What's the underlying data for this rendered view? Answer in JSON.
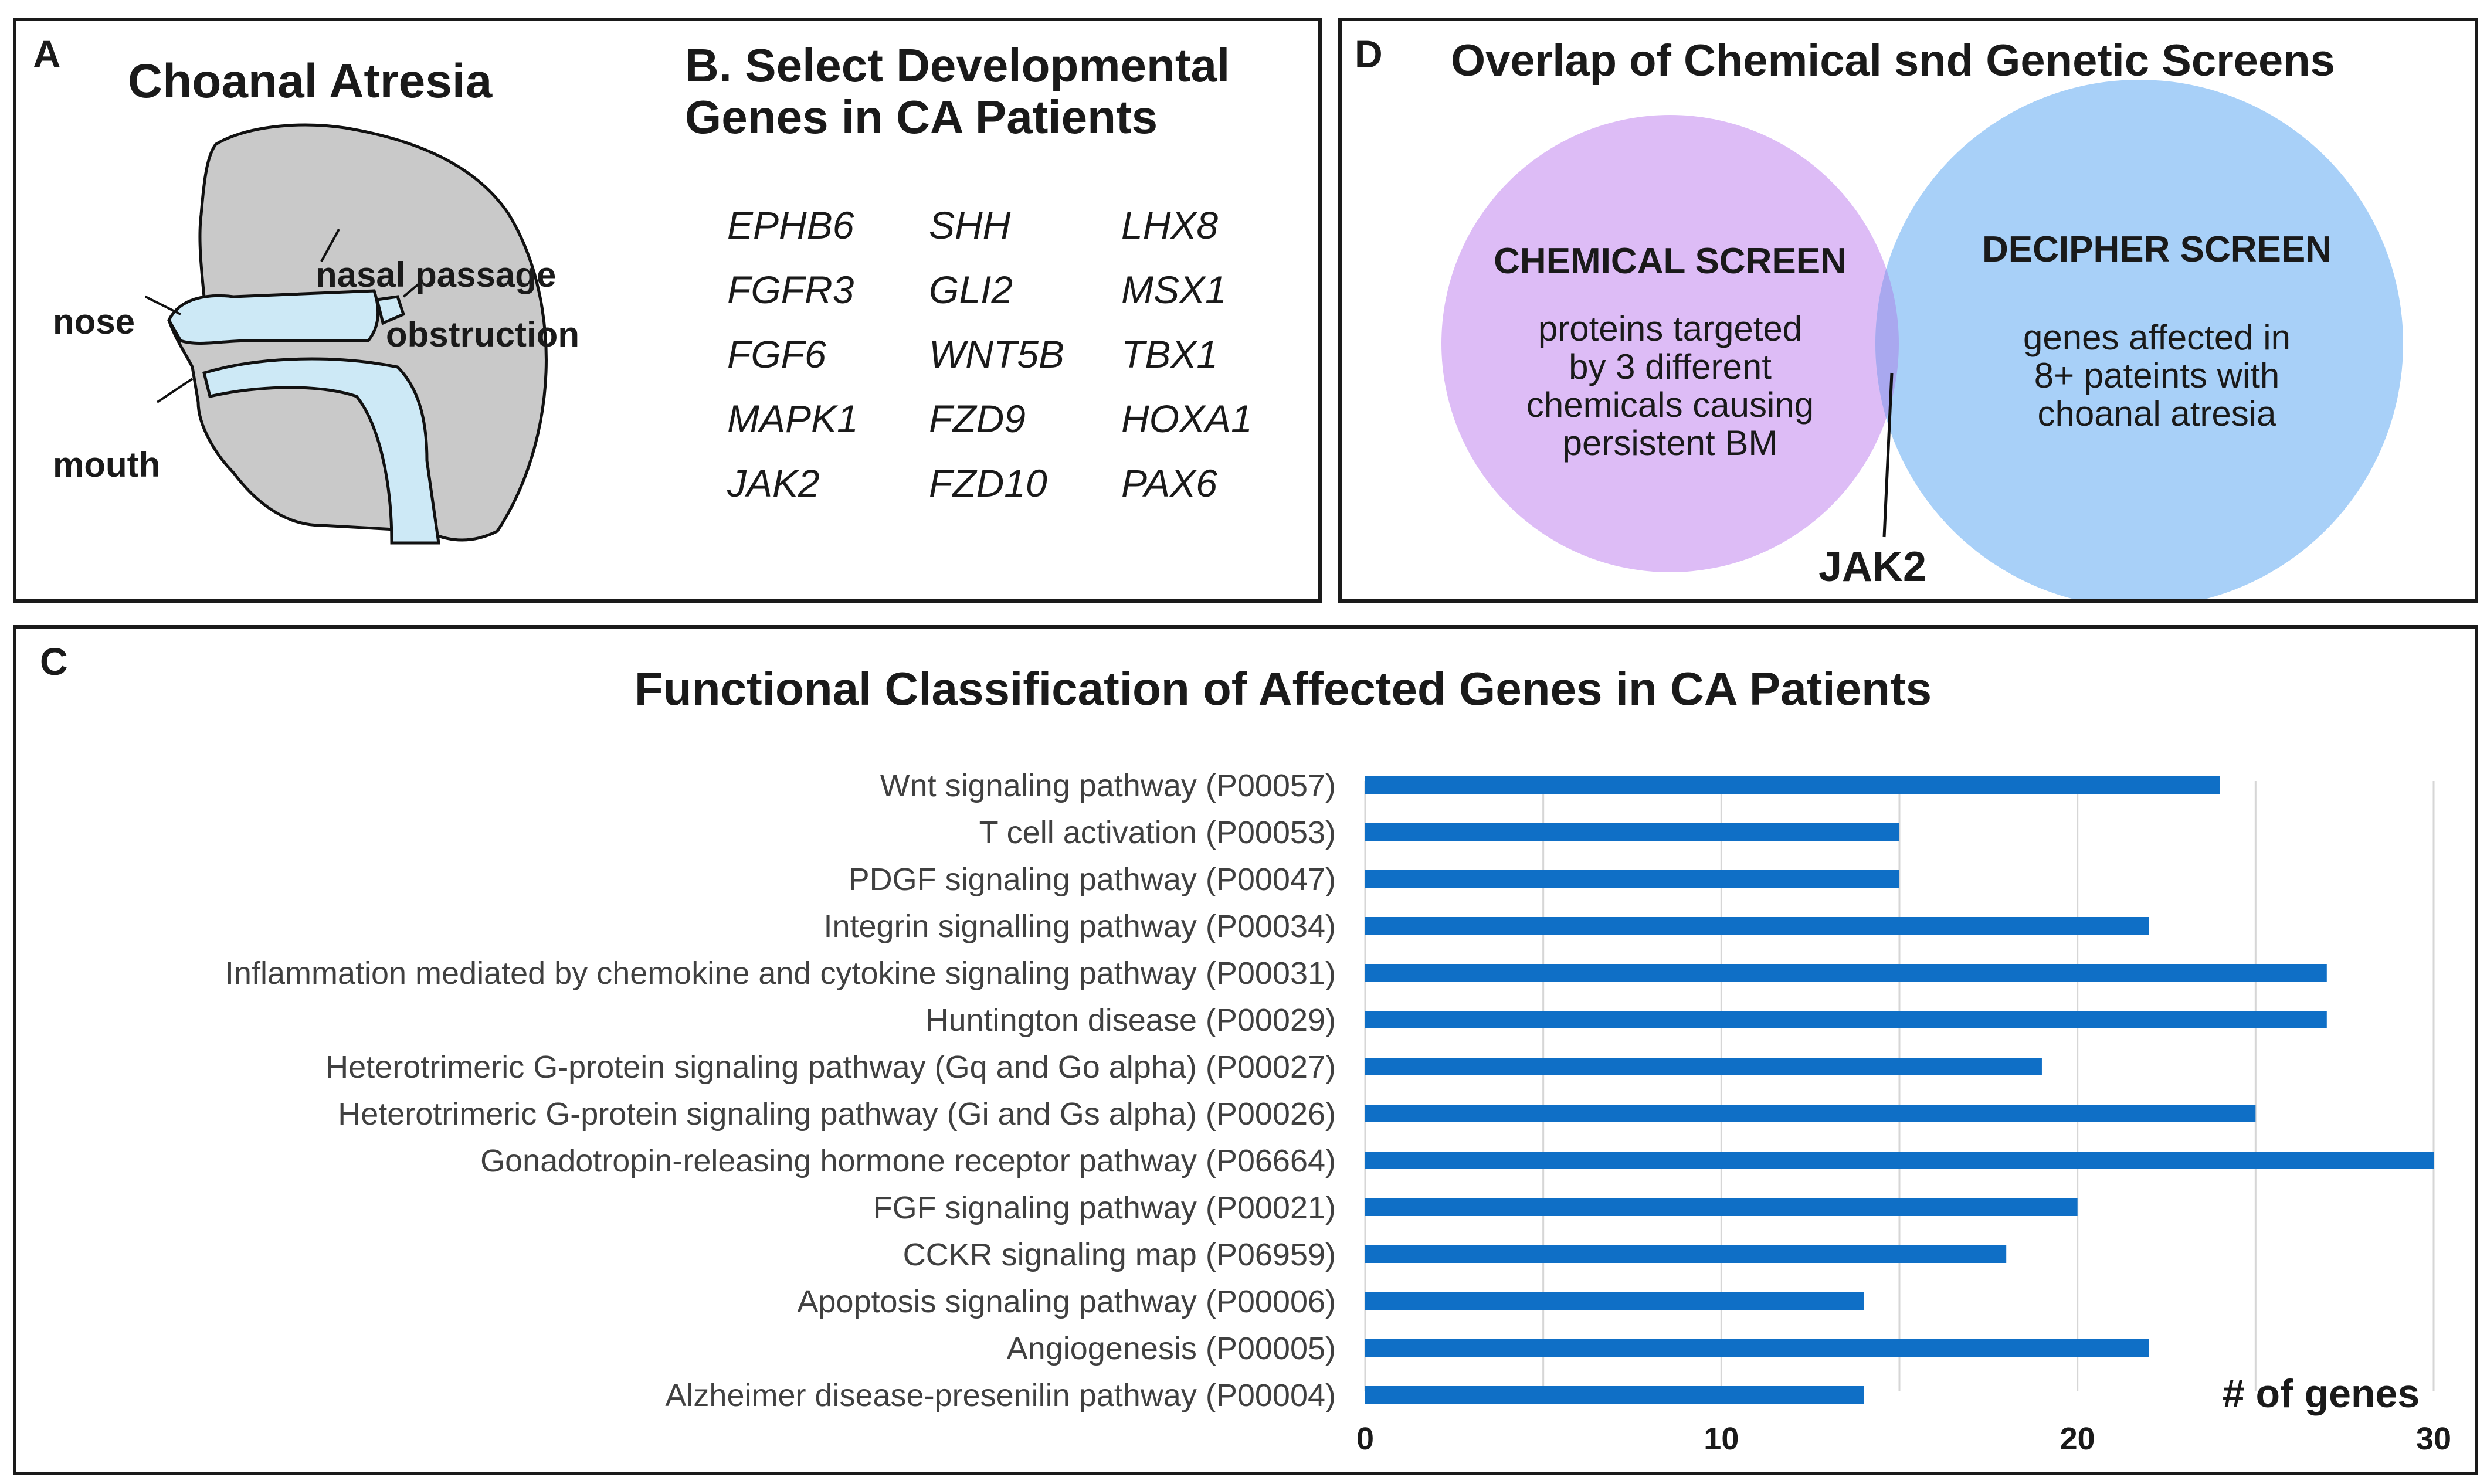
{
  "panel_a": {
    "letter": "A",
    "title": "Choanal Atresia",
    "labels": {
      "nose": "nose",
      "nasal_passage": "nasal passage",
      "obstruction": "obstruction",
      "mouth": "mouth"
    }
  },
  "panel_b": {
    "title_line1": "B. Select Developmental",
    "title_line2": "Genes in CA Patients",
    "genes": [
      [
        "EPHB6",
        "SHH",
        "LHX8"
      ],
      [
        "FGFR3",
        "GLI2",
        "MSX1"
      ],
      [
        "FGF6",
        "WNT5B",
        "TBX1"
      ],
      [
        "MAPK1",
        "FZD9",
        "HOXA1"
      ],
      [
        "JAK2",
        "FZD10",
        "PAX6"
      ]
    ]
  },
  "panel_d": {
    "letter": "D",
    "title": "Overlap of Chemical snd Genetic Screens",
    "left_circle": {
      "heading": "CHEMICAL SCREEN",
      "lines": [
        "proteins targeted",
        "by 3 different",
        "chemicals causing",
        "persistent BM"
      ],
      "color": "#ddbcf6"
    },
    "right_circle": {
      "heading": "DECIPHER SCREEN",
      "lines": [
        "genes affected in",
        "8+ pateints with",
        "choanal atresia"
      ],
      "color": "#a8d0f8"
    },
    "overlap_color": "#a9a8ef",
    "overlap_label": "JAK2"
  },
  "panel_c": {
    "letter": "C"
  },
  "chart_data": {
    "type": "bar",
    "orientation": "horizontal",
    "title": "Functional Classification of Affected Genes in CA Patients",
    "xlabel": "# of genes",
    "ylabel": "",
    "xlim": [
      0,
      30
    ],
    "xticks": [
      0,
      10,
      20,
      30
    ],
    "grid": "vertical, every 5",
    "bar_color": "#0f6fc6",
    "categories": [
      "Wnt signaling pathway (P00057)",
      "T cell activation (P00053)",
      "PDGF signaling pathway (P00047)",
      "Integrin signalling pathway (P00034)",
      "Inflammation mediated by chemokine and cytokine signaling pathway (P00031)",
      "Huntington disease (P00029)",
      "Heterotrimeric G-protein signaling pathway (Gq and Go alpha) (P00027)",
      "Heterotrimeric G-protein signaling pathway (Gi and Gs alpha) (P00026)",
      "Gonadotropin-releasing hormone receptor pathway (P06664)",
      "FGF signaling pathway (P00021)",
      "CCKR signaling map (P06959)",
      "Apoptosis signaling pathway (P00006)",
      "Angiogenesis (P00005)",
      "Alzheimer disease-presenilin pathway (P00004)"
    ],
    "values": [
      24,
      15,
      15,
      22,
      27,
      27,
      19,
      25,
      30,
      20,
      18,
      14,
      22,
      14
    ]
  }
}
